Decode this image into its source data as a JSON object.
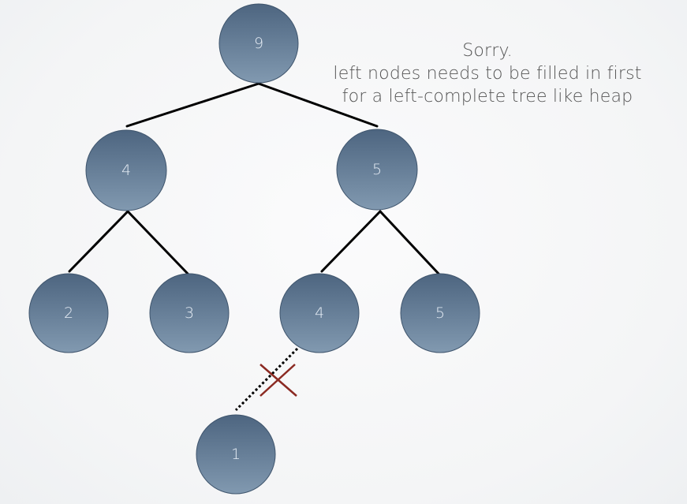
{
  "note": {
    "line1": "Sorry.",
    "line2": "left nodes needs to be filled in first",
    "line3": "for a left-complete tree like heap"
  },
  "nodes": {
    "root": "9",
    "left": "4",
    "right": "5",
    "left_left": "2",
    "left_right": "3",
    "right_left": "4",
    "right_right": "5",
    "invalid_child": "1"
  },
  "colors": {
    "node_top": "#4f6782",
    "node_bottom": "#7f97ae",
    "edge": "#000000",
    "cross": "#8b2a22",
    "text": "#555555"
  }
}
